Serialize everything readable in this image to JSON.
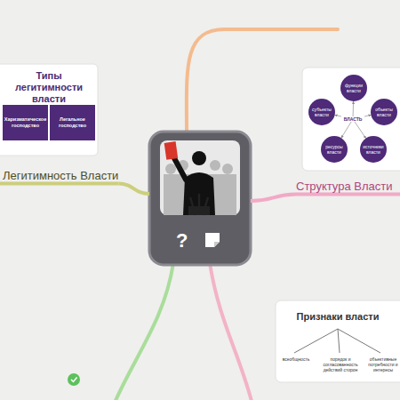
{
  "diagram": {
    "nodes": [
      {
        "text": [
          "Типы легитимности власти"
        ]
      },
      {
        "text": [
          "Харизматическое господство"
        ],
        "in": 0
      },
      {
        "text": [
          "Легальное господство"
        ],
        "in": 0
      },
      {
        "text": [
          "Легитимность Власти"
        ]
      },
      {
        "text": [
          "?"
        ]
      },
      {
        "text": [
          "функции власти"
        ]
      },
      {
        "text": [
          "субъекты власти"
        ]
      },
      {
        "text": [
          "ВЛАСТЬ"
        ]
      },
      {
        "text": [
          "объекты власти"
        ]
      },
      {
        "text": [
          "ресурсы власти"
        ]
      },
      {
        "text": [
          "источники власти"
        ]
      },
      {
        "text": [
          "Структура Власти"
        ]
      },
      {
        "text": [
          "Признаки власти",
          "всеобщность",
          "порядок и согласованность действий сторон",
          "объективные потребности и интересы"
        ]
      }
    ],
    "edges": [
      {
        "from": 4,
        "to": 3,
        "arrow": "none"
      },
      {
        "from": 4,
        "to": 11,
        "arrow": "none"
      },
      {
        "from": 7,
        "to": 5,
        "arrow": "to"
      },
      {
        "from": 7,
        "to": 6,
        "arrow": "to"
      },
      {
        "from": 7,
        "to": 8,
        "arrow": "to"
      },
      {
        "from": 7,
        "to": 9,
        "arrow": "to"
      },
      {
        "from": 7,
        "to": 10,
        "arrow": "to"
      }
    ]
  }
}
